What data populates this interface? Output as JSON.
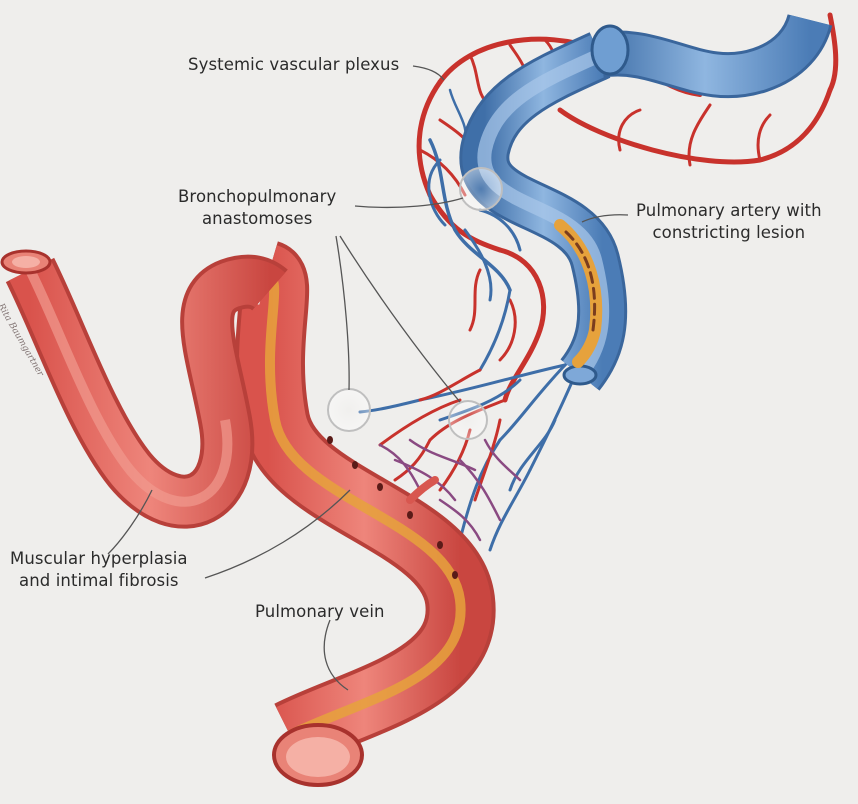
{
  "labels": {
    "systemic_plexus": "Systemic vascular plexus",
    "anastomoses_line1": "Bronchopulmonary",
    "anastomoses_line2": "anastomoses",
    "artery_line1": "Pulmonary artery with",
    "artery_line2": "constricting lesion",
    "hyperplasia_line1": "Muscular hyperplasia",
    "hyperplasia_line2": "and intimal fibrosis",
    "vein": "Pulmonary vein"
  },
  "signature": "Rita Baumgartner",
  "colors": {
    "background": "#efeeec",
    "systemic_vessel_red": "#c8322c",
    "pulmonary_artery_blue": "#5b8fc6",
    "pulmonary_vein_red": "#e06a62",
    "vein_lumen": "#f29a8e",
    "lesion_orange": "#e6a23c",
    "leader_line": "#555555"
  }
}
